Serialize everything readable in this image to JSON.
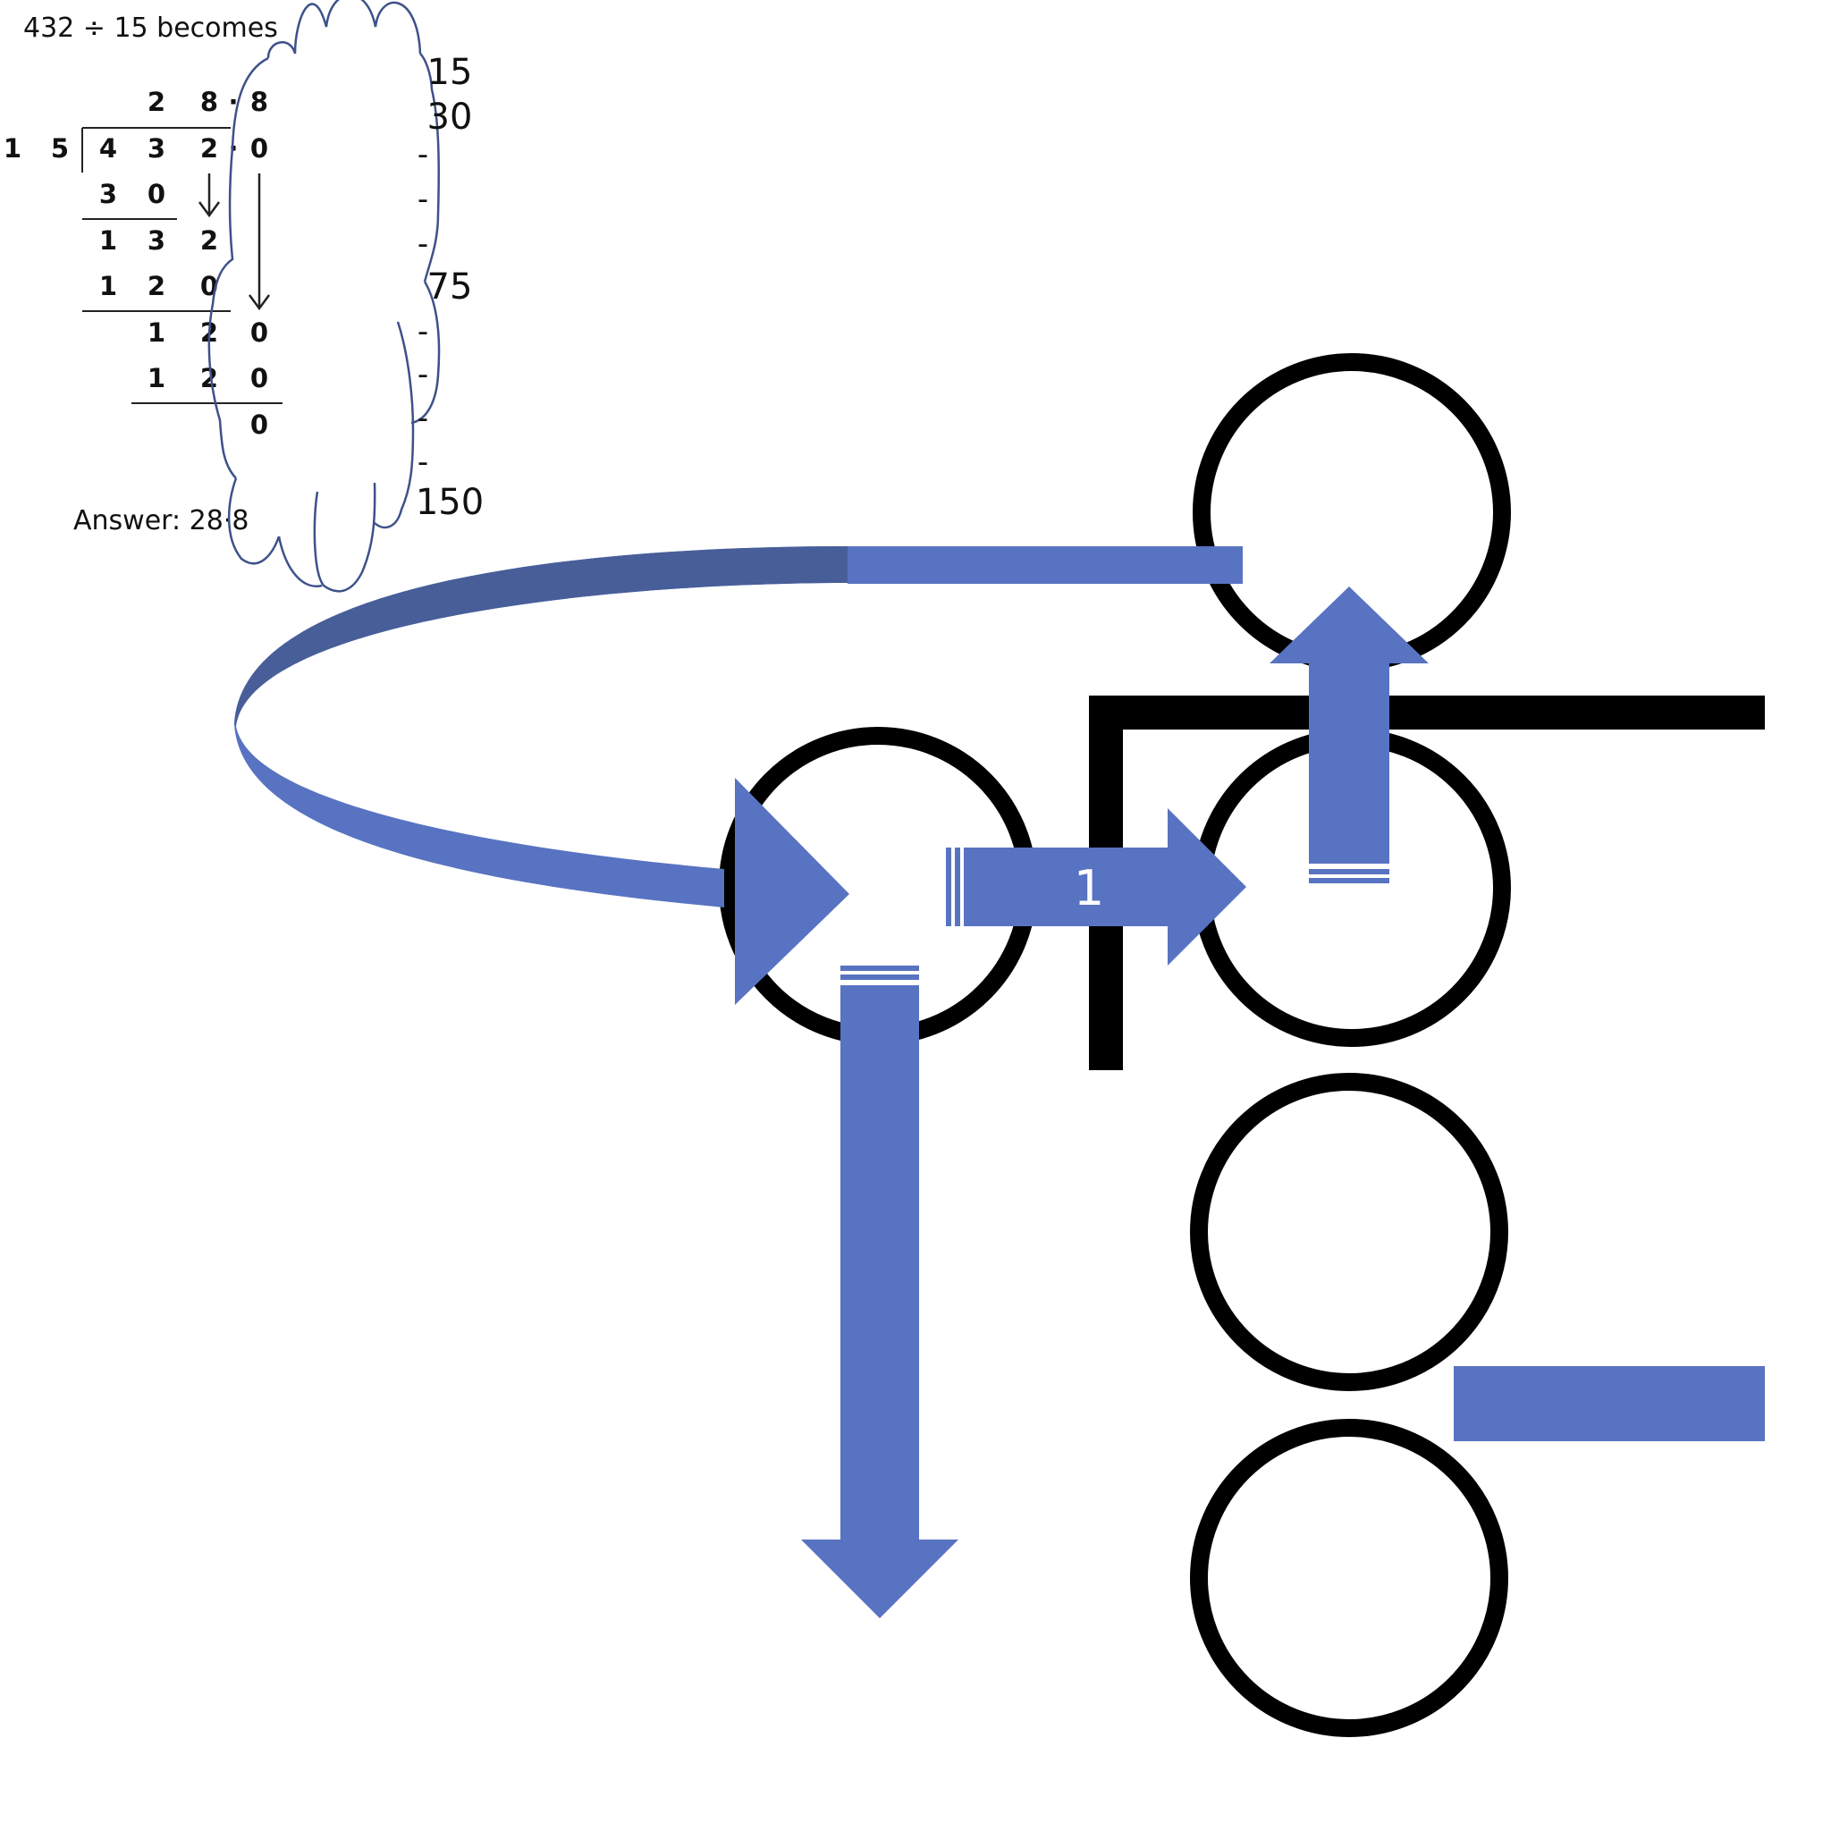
{
  "title": "432 ÷ 15 becomes",
  "division": {
    "divisor": [
      "1",
      "5"
    ],
    "quotient": [
      "2",
      "8",
      "·",
      "8"
    ],
    "dividend": [
      "4",
      "3",
      "2",
      "·",
      "0"
    ],
    "step1": [
      "3",
      "0"
    ],
    "step2": [
      "1",
      "3",
      "2"
    ],
    "step3": [
      "1",
      "2",
      "0"
    ],
    "step4": [
      "1",
      "2",
      "0"
    ],
    "step5": [
      "1",
      "2",
      "0"
    ],
    "remainder": "0"
  },
  "answer": "Answer: 28·8",
  "cloud": {
    "line1": "15",
    "line2": "30",
    "dash": "-",
    "line3": "75",
    "line4": "150"
  },
  "arrow_label": "1",
  "colors": {
    "arrow": "#5873c1",
    "arrow_dark": "#485e99",
    "cloud_outline": "#3e5189",
    "circle": "#000000"
  }
}
